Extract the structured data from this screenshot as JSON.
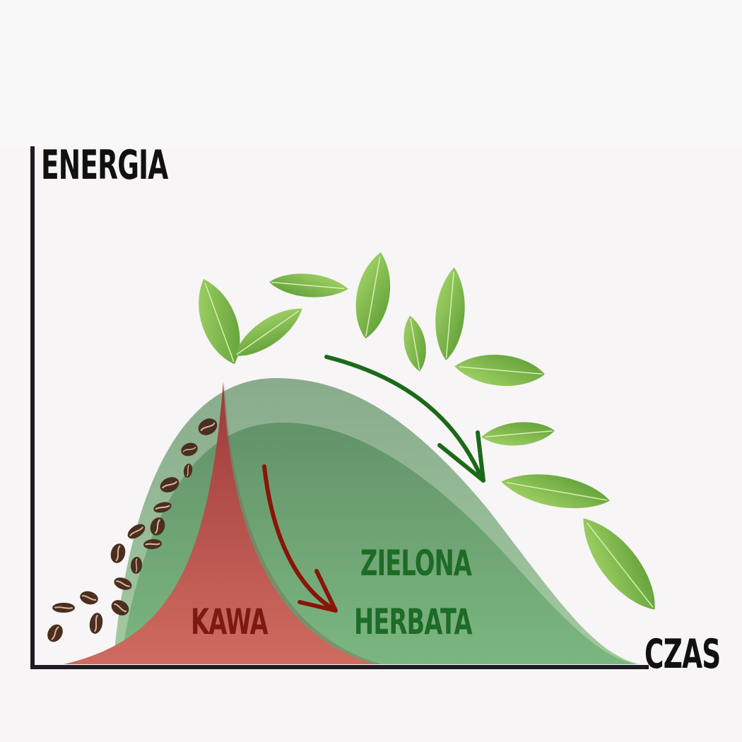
{
  "labels": {
    "y_axis": "ENERGIA",
    "x_axis": "CZAS",
    "coffee": "KAWA",
    "tea_line1": "ZIELONA",
    "tea_line2": "HERBATA"
  },
  "colors": {
    "axis": "#1e1b24",
    "coffee_fill": "#c2594f",
    "coffee_label": "#7a1a12",
    "coffee_arrow": "#8a1408",
    "tea_fill_light": "#8fb08f",
    "tea_fill_dark": "#5f9a68",
    "tea_label": "#1d6b26",
    "tea_arrow": "#1a6a1a",
    "leaf": "#7fbf4a",
    "bean": "#4a2e20"
  },
  "icons": {
    "leaves": "tea-leaf-icon",
    "beans": "coffee-bean-icon"
  }
}
